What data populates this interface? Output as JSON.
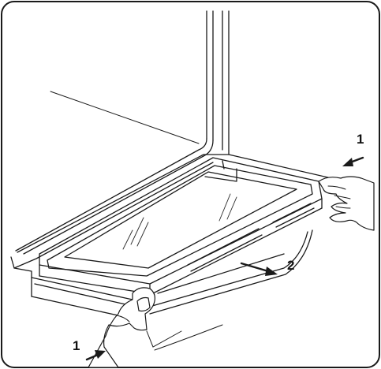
{
  "callouts": {
    "step_1_top": "1",
    "step_2": "2",
    "step_1_bottom": "1"
  },
  "colors": {
    "line": "#1a1a1a",
    "background": "#ffffff"
  }
}
